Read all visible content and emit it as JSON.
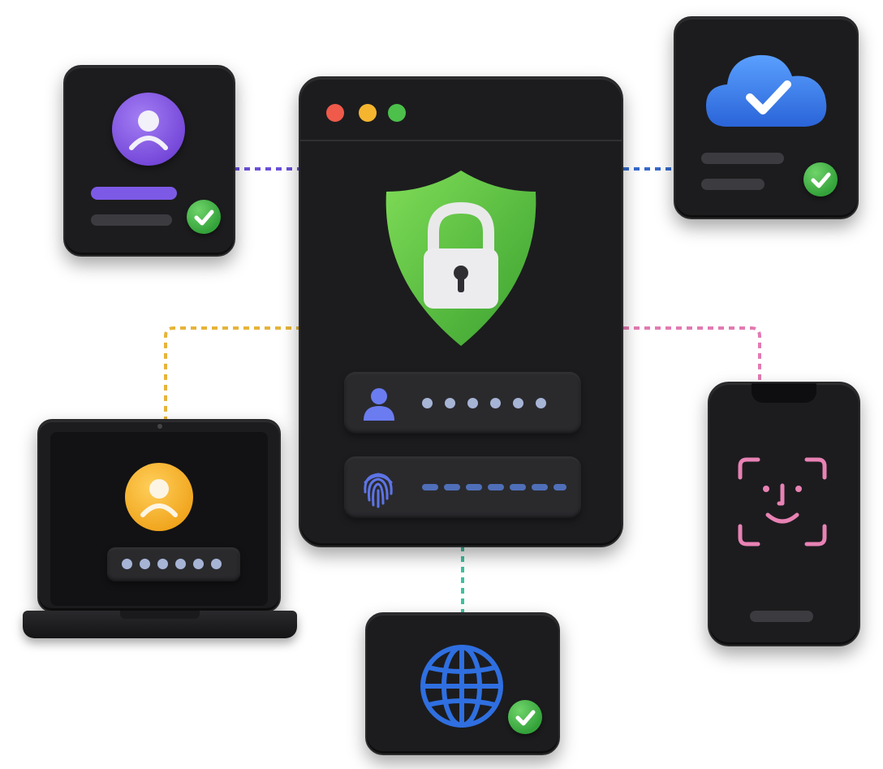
{
  "theme": {
    "card_color": "#1c1c1e",
    "shield_color": "#5bc542",
    "profile_accent": "#8a5ce6",
    "cloud_color": "#3b82f6",
    "laptop_avatar_color": "#f4b32a",
    "face_id_color": "#e882b4",
    "globe_color": "#2f6fe0",
    "check_color": "#3fae41",
    "connector_colors": {
      "profile": "#6a4fd8",
      "cloud": "#3469c9",
      "laptop": "#e6b43a",
      "phone": "#e27ab2",
      "web": "#3fc2a0"
    }
  },
  "browser_window": {
    "traffic_lights": [
      "#ef5a4a",
      "#f5b52f",
      "#4cc04a"
    ],
    "shield_icon": "shield-lock-icon",
    "username_field": {
      "icon": "user-icon",
      "masked_length": 6
    },
    "fingerprint_field": {
      "icon": "fingerprint-icon",
      "masked_length": 7
    }
  },
  "profile_card": {
    "icon": "user-avatar-icon",
    "verified_icon": "check-icon"
  },
  "cloud_card": {
    "icon": "cloud-check-icon",
    "verified_icon": "check-icon"
  },
  "laptop": {
    "icon": "user-avatar-icon",
    "masked_length": 6
  },
  "phone": {
    "icon": "face-id-icon"
  },
  "web_card": {
    "icon": "globe-icon",
    "verified_icon": "check-icon"
  }
}
